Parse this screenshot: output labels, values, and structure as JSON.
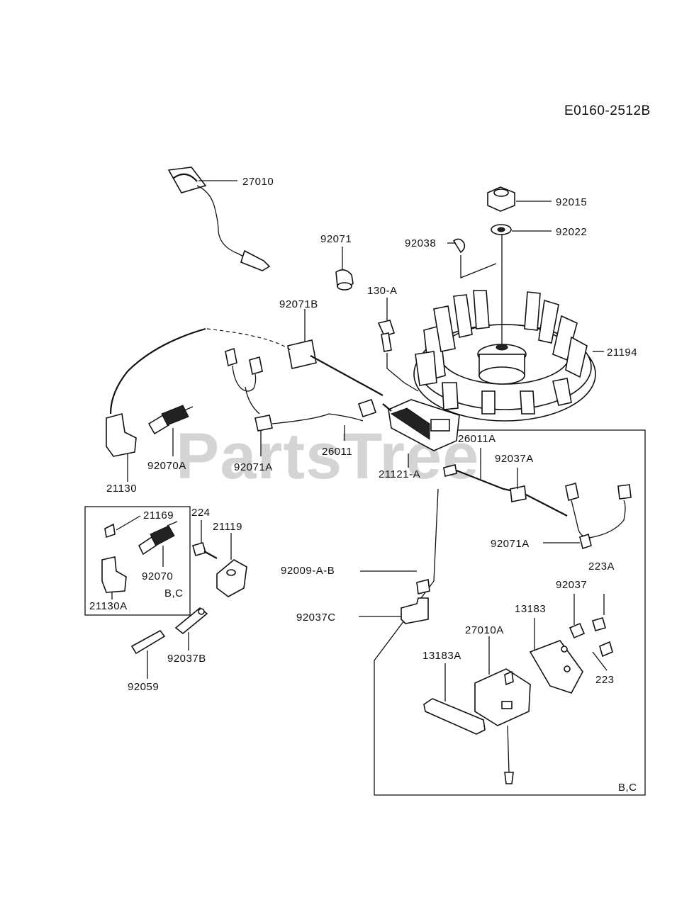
{
  "diagram_code": "E0160-2512B",
  "watermark": "PartsTree",
  "labels": {
    "27010": "27010",
    "92015": "92015",
    "92022": "92022",
    "92071": "92071",
    "92038": "92038",
    "130A": "130-A",
    "92071B": "92071B",
    "21194": "21194",
    "26011A": "26011A",
    "92037A": "92037A",
    "21130": "21130",
    "92070A": "92070A",
    "92071A_left": "92071A",
    "26011": "26011",
    "21121A": "21121-A",
    "21169": "21169",
    "224": "224",
    "21119": "21119",
    "92070": "92070",
    "BC_left": "B,C",
    "21130A": "21130A",
    "92071A_right": "92071A",
    "223A": "223A",
    "92009AB": "92009-A-B",
    "92037": "92037",
    "13183": "13183",
    "92037C": "92037C",
    "27010A": "27010A",
    "13183A": "13183A",
    "223": "223",
    "92037B": "92037B",
    "92059": "92059",
    "BC_right": "B,C"
  }
}
